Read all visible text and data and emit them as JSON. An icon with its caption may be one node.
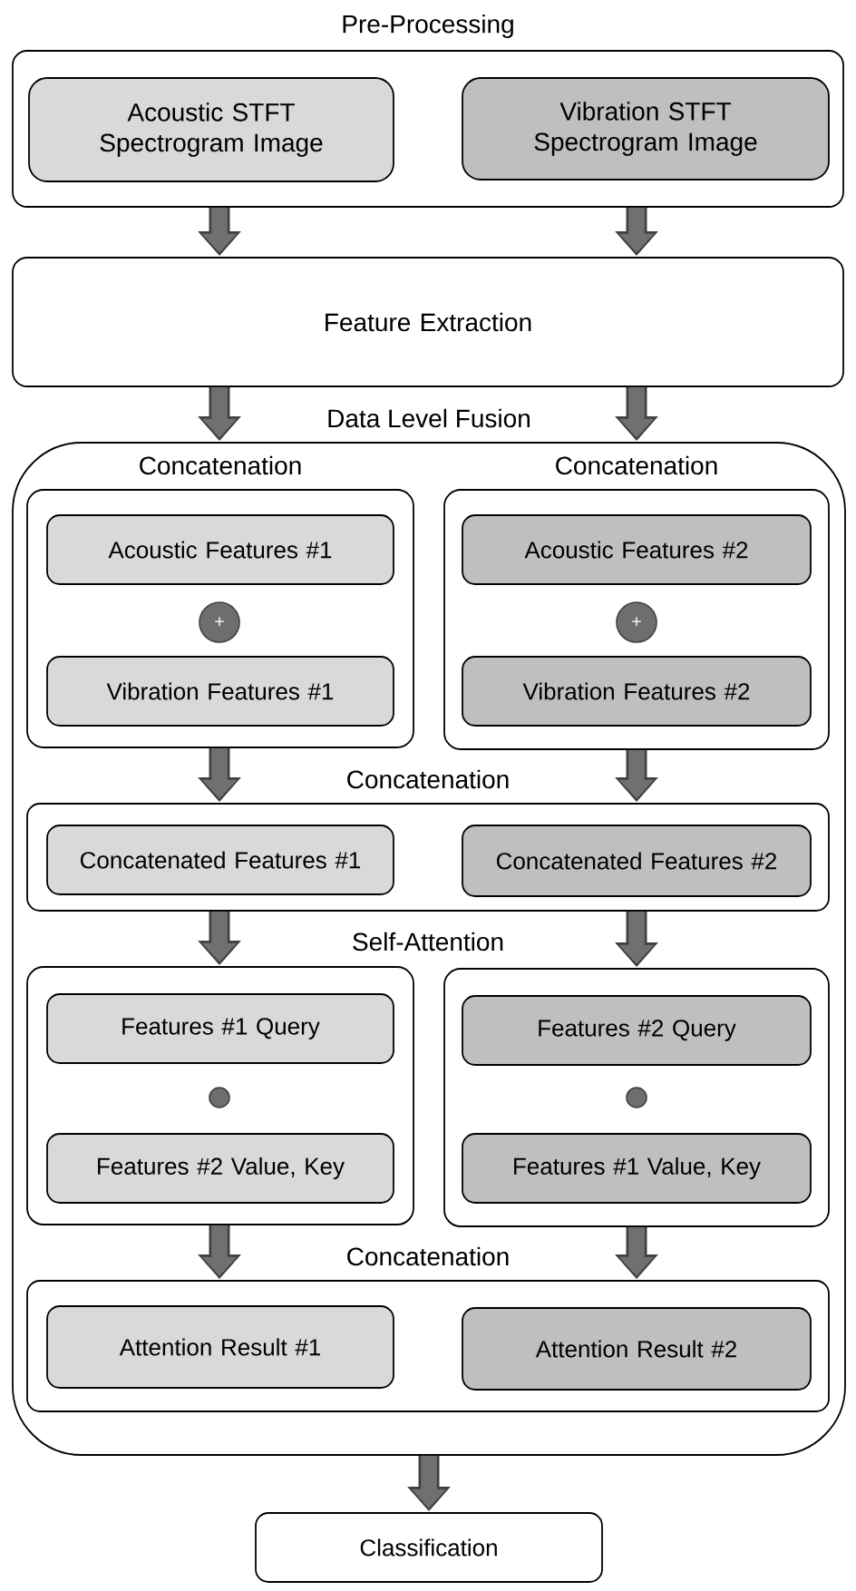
{
  "diagram": {
    "nodes": [
      {
        "text": [
          "Pre-Processing"
        ]
      },
      {
        "text": [
          "Acoustic STFT Spectrogram Image"
        ],
        "in": 0
      },
      {
        "text": [
          "Vibration STFT Spectrogram Image"
        ],
        "in": 0
      },
      {
        "text": [
          "Feature Extraction"
        ]
      },
      {
        "text": [
          "Data Level Fusion"
        ]
      },
      {
        "text": [
          "Concatenation"
        ],
        "in": 4
      },
      {
        "text": [
          "Acoustic Features #1"
        ],
        "in": 5
      },
      {
        "text": [
          "+"
        ],
        "in": 5
      },
      {
        "text": [
          "Vibration Features #1"
        ],
        "in": 5
      },
      {
        "text": [
          "Concatenation"
        ],
        "in": 4
      },
      {
        "text": [
          "Acoustic Features #2"
        ],
        "in": 9
      },
      {
        "text": [
          "+"
        ],
        "in": 9
      },
      {
        "text": [
          "Vibration Features #2"
        ],
        "in": 9
      },
      {
        "text": [
          "Concatenation"
        ],
        "in": 4
      },
      {
        "text": [
          "Concatenated Features #1"
        ],
        "in": 13
      },
      {
        "text": [
          "Concatenated Features #2"
        ],
        "in": 13
      },
      {
        "text": [],
        "shape": "box",
        "in": 4
      },
      {
        "text": [
          "Features #1 Query"
        ],
        "in": 16
      },
      {
        "text": [],
        "shape": "circle",
        "in": 16
      },
      {
        "text": [
          "Features #2 Value, Key"
        ],
        "in": 16
      },
      {
        "text": [],
        "shape": "box",
        "in": 4
      },
      {
        "text": [
          "Features #2 Query"
        ],
        "in": 20
      },
      {
        "text": [],
        "shape": "circle",
        "in": 20
      },
      {
        "text": [
          "Features #1 Value, Key"
        ],
        "in": 20
      },
      {
        "text": [
          "Concatenation"
        ],
        "in": 4
      },
      {
        "text": [
          "Attention Result #1"
        ],
        "in": 24
      },
      {
        "text": [
          "Attention Result #2"
        ],
        "in": 24
      },
      {
        "text": [
          "Classification"
        ]
      }
    ],
    "edges": [
      {
        "from": 0,
        "to": 3,
        "arrow": "to"
      },
      {
        "from": 0,
        "to": 3,
        "arrow": "to"
      },
      {
        "from": 3,
        "to": 4,
        "arrow": "to"
      },
      {
        "from": 3,
        "to": 4,
        "arrow": "to"
      },
      {
        "from": 5,
        "to": 13,
        "arrow": "to"
      },
      {
        "from": 9,
        "to": 13,
        "arrow": "to"
      },
      {
        "from": 13,
        "to": 16,
        "arrow": "to"
      },
      {
        "from": 13,
        "to": 20,
        "arrow": "to"
      },
      {
        "from": 16,
        "to": 24,
        "arrow": "to"
      },
      {
        "from": 20,
        "to": 24,
        "arrow": "to"
      },
      {
        "from": 4,
        "to": 27,
        "arrow": "to"
      }
    ],
    "labels": [
      "Self-Attention"
    ]
  }
}
